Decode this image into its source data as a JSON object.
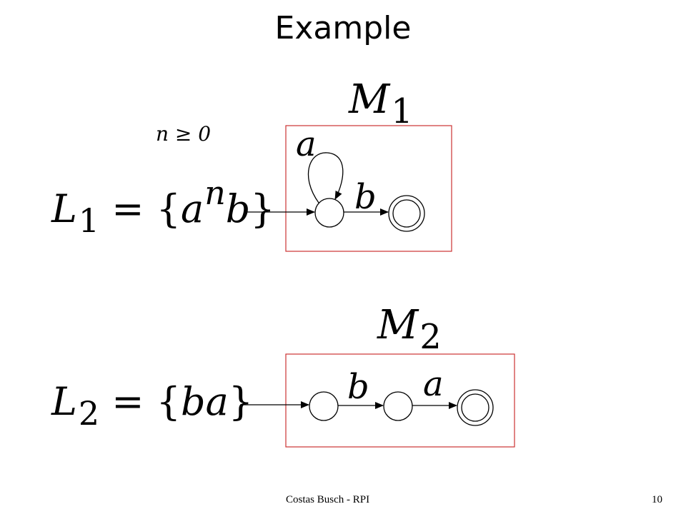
{
  "title": "Example",
  "lang1": {
    "letter": "L",
    "index": "1",
    "eq": "=",
    "lbrace": "{",
    "base": "a",
    "exp": "n",
    "tail": "b",
    "rbrace": "}",
    "constraint": "n ≥ 0"
  },
  "lang2": {
    "letter": "L",
    "index": "2",
    "eq": "=",
    "lbrace": "{",
    "word": "ba",
    "rbrace": "}"
  },
  "machine1": {
    "letter": "M",
    "index": "1",
    "loop_label": "a",
    "edge_label": "b"
  },
  "machine2": {
    "letter": "M",
    "index": "2",
    "edge1_label": "b",
    "edge2_label": "a"
  },
  "footer": {
    "author": "Costas Busch - RPI",
    "page": "10"
  },
  "colors": {
    "box_border": "#cc3333",
    "ink": "#000000"
  }
}
